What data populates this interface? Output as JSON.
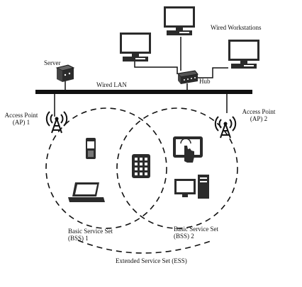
{
  "labels": {
    "wired_workstations": "Wired Workstations",
    "server": "Server",
    "hub": "Hub",
    "wired_lan": "Wired LAN",
    "ap1_line1": "Access Point",
    "ap1_line2": "(AP) 1",
    "ap2_line1": "Access Point",
    "ap2_line2": "(AP) 2",
    "bss1_line1": "Basic Service Set",
    "bss1_line2": "(BSS) 1",
    "bss2_line1": "Basic Service Set",
    "bss2_line2": "(BSS) 2",
    "ess": "Extended Service Set  (ESS)"
  },
  "icons": [
    "monitor-icon",
    "server-icon",
    "hub-icon",
    "antenna-icon",
    "mobile-phone-icon",
    "tablet-icon",
    "laptop-icon",
    "desktop-computer-icon"
  ],
  "colors": {
    "ink": "#111111",
    "device_fill": "#2b2b2b",
    "screen": "#ffffff"
  }
}
